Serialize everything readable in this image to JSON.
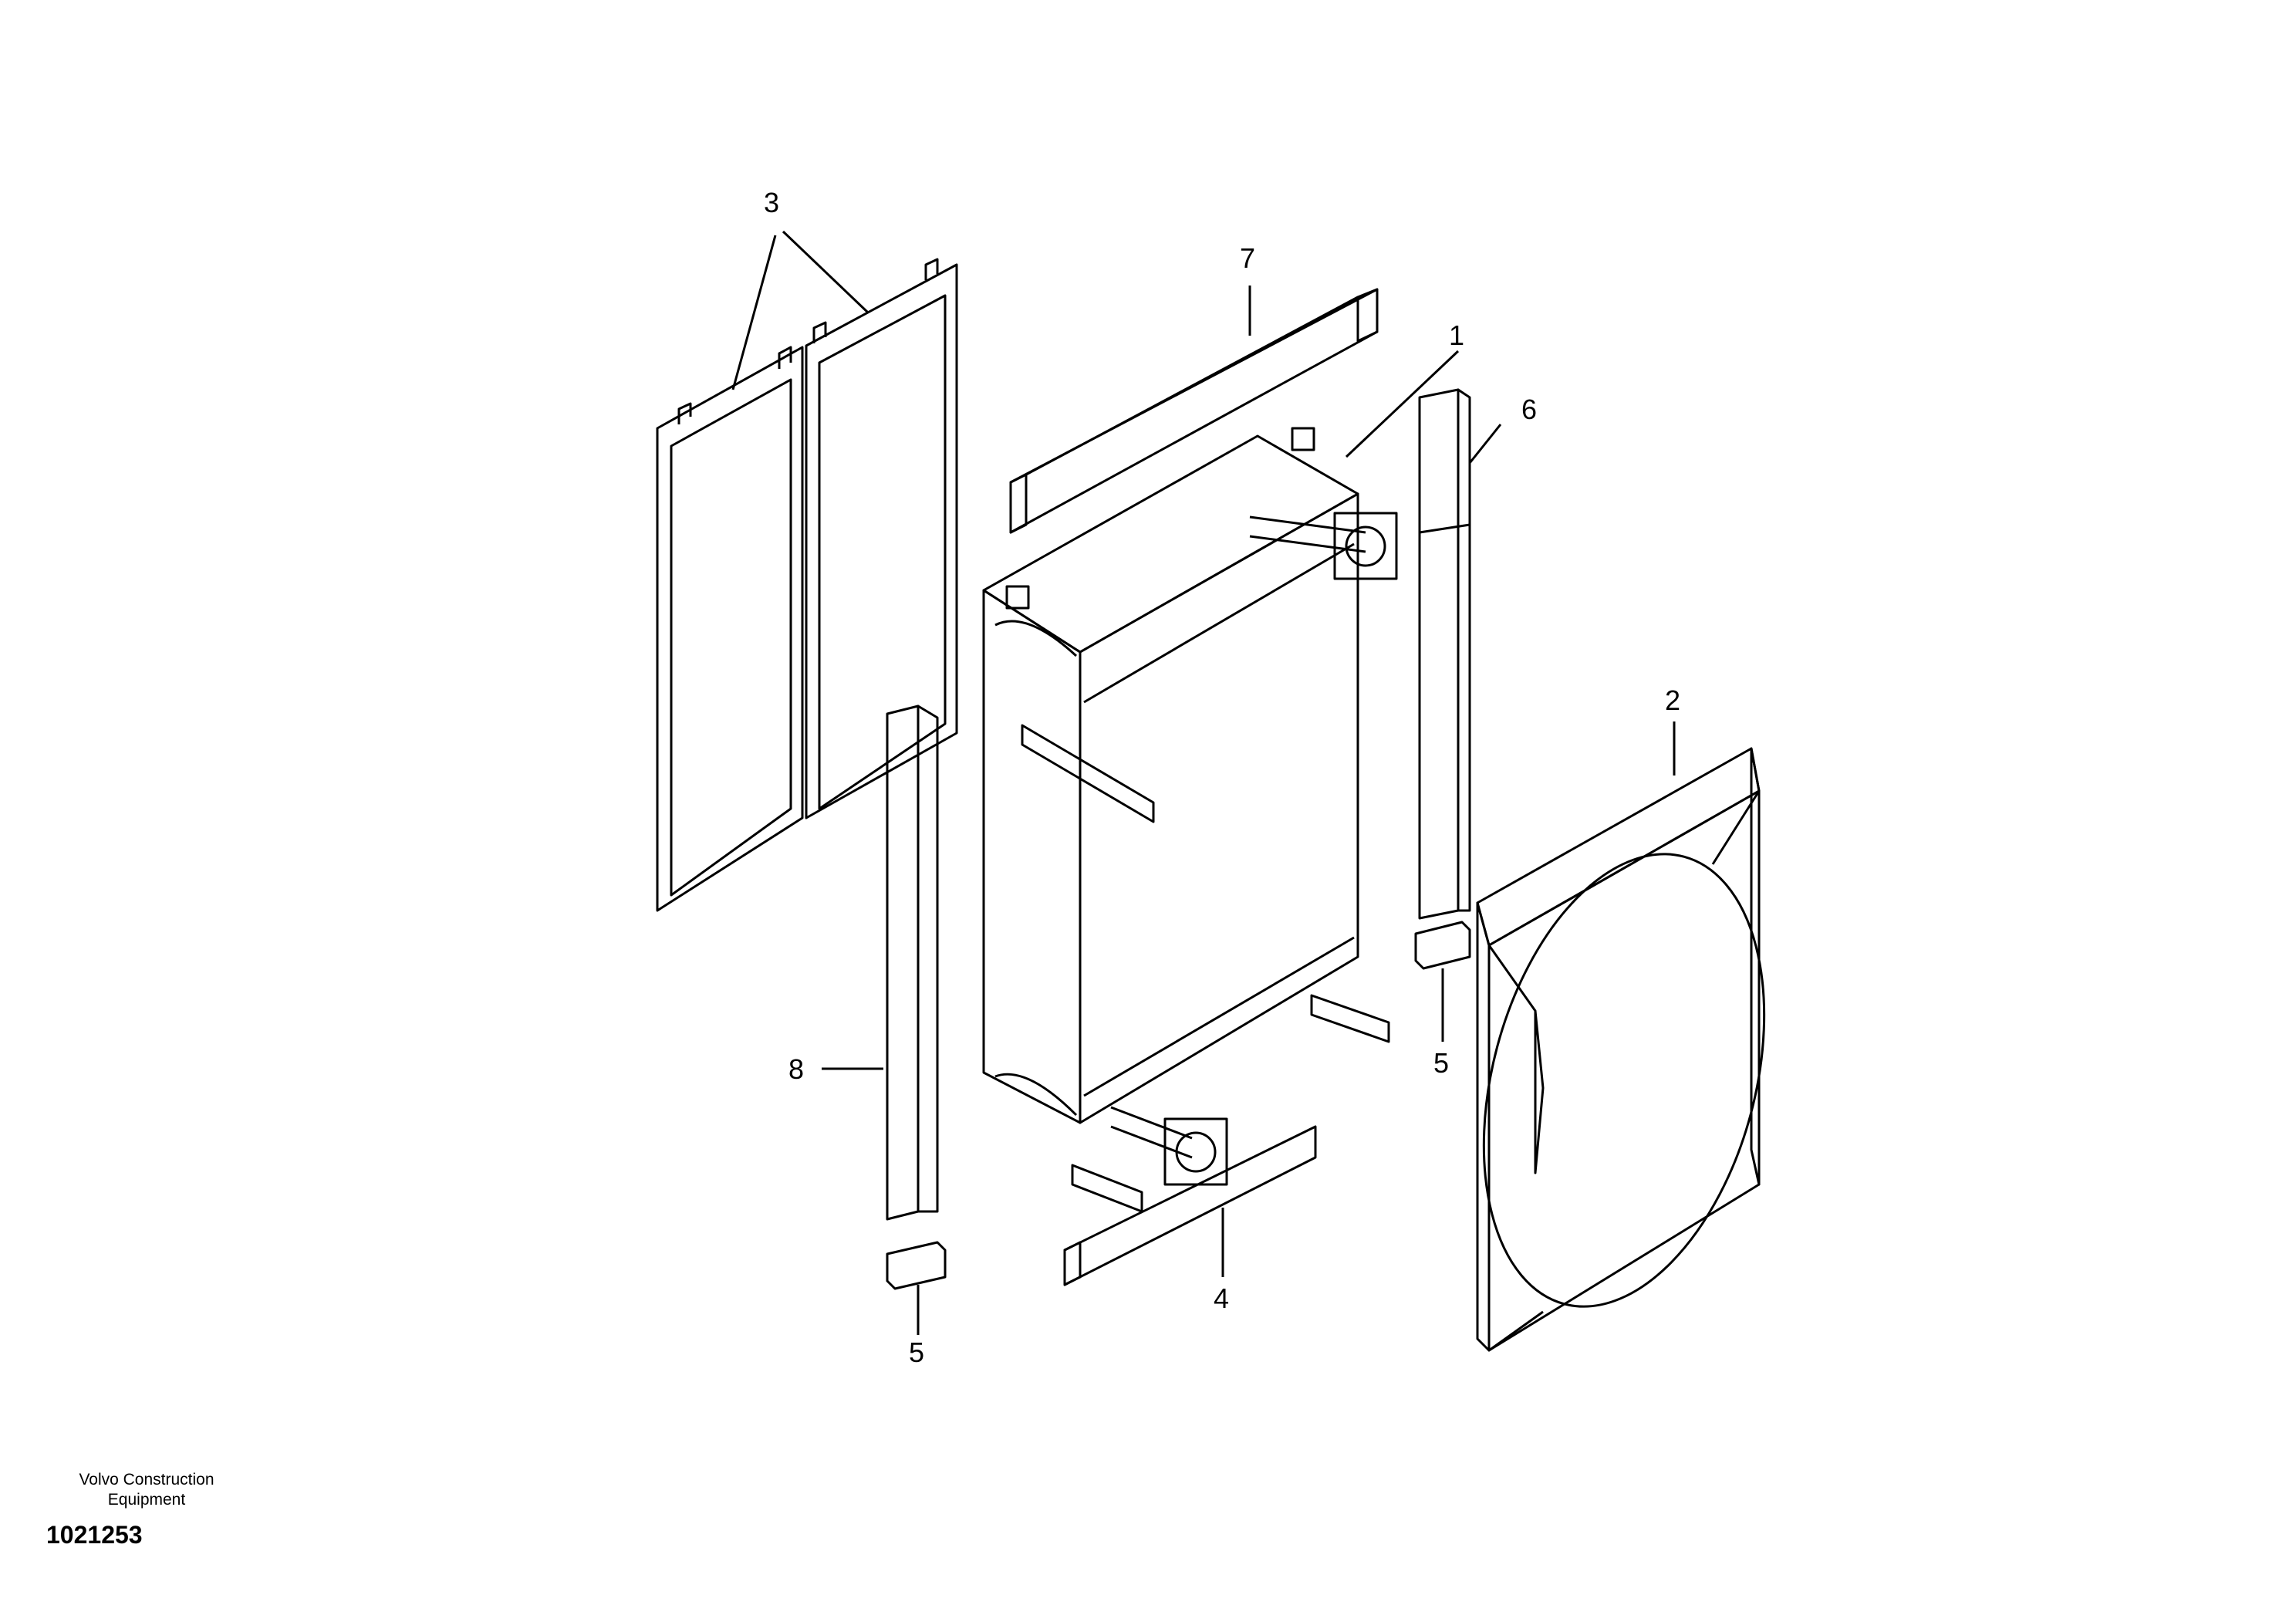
{
  "callouts": {
    "c1": "1",
    "c2": "2",
    "c3": "3",
    "c4": "4",
    "c5a": "5",
    "c5b": "5",
    "c6": "6",
    "c7": "7",
    "c8": "8"
  },
  "footer": {
    "brand_line1": "Volvo Construction",
    "brand_line2": "Equipment",
    "doc_number": "1021253"
  },
  "colors": {
    "line": "#000000",
    "background": "#ffffff"
  }
}
